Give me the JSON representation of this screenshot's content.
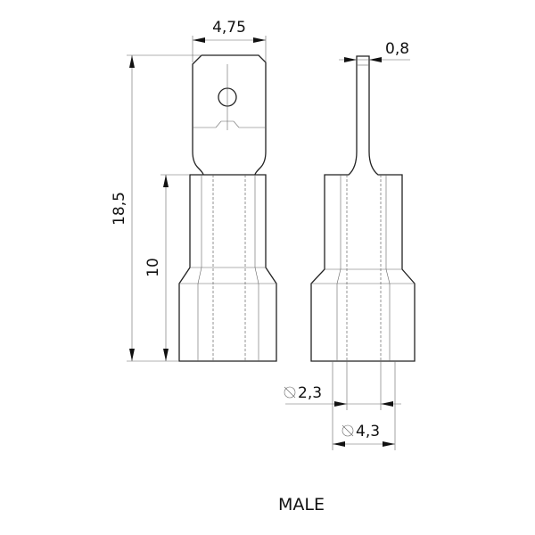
{
  "dimensions": {
    "tab_width": "4,75",
    "tab_thickness": "0,8",
    "total_length": "18,5",
    "body_length": "10",
    "inner_diameter": "2,3",
    "outer_diameter": "4,3"
  },
  "caption": "MALE"
}
